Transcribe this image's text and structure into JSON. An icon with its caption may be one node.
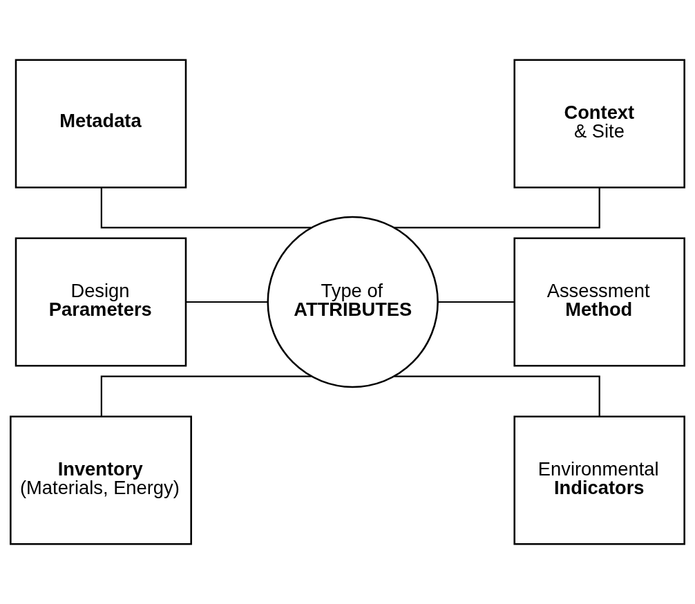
{
  "diagram": {
    "nodes": [
      {
        "text": [
          "Metadata"
        ]
      },
      {
        "text": [
          "Context",
          "& Site"
        ]
      },
      {
        "text": [
          "Design",
          "Parameters"
        ]
      },
      {
        "text": [
          "Type of",
          "ATTRIBUTES"
        ]
      },
      {
        "text": [
          "Assessment",
          "Method"
        ]
      },
      {
        "text": [
          "Inventory",
          "(Materials, Energy)"
        ]
      },
      {
        "text": [
          "Environmental",
          "Indicators"
        ]
      }
    ],
    "edges": [
      {
        "from": 0,
        "to": 3,
        "arrow": "none"
      },
      {
        "from": 2,
        "to": 3,
        "arrow": "none"
      },
      {
        "from": 5,
        "to": 3,
        "arrow": "none"
      },
      {
        "from": 3,
        "to": 1,
        "arrow": "none"
      },
      {
        "from": 3,
        "to": 4,
        "arrow": "none"
      },
      {
        "from": 3,
        "to": 6,
        "arrow": "none"
      }
    ]
  }
}
